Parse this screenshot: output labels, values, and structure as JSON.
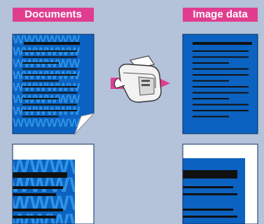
{
  "labels": {
    "documents": "Documents",
    "image_data": "Image data"
  },
  "watermark_text": "WWWWWW",
  "colors": {
    "background": "#b4c2da",
    "label_bg": "#e03d8f",
    "doc_blue": "#0b62c0",
    "watermark_blue": "#2f93e6",
    "arrow_pink": "#e03d8f",
    "text_lines": "#111111",
    "paper": "#ffffff"
  }
}
